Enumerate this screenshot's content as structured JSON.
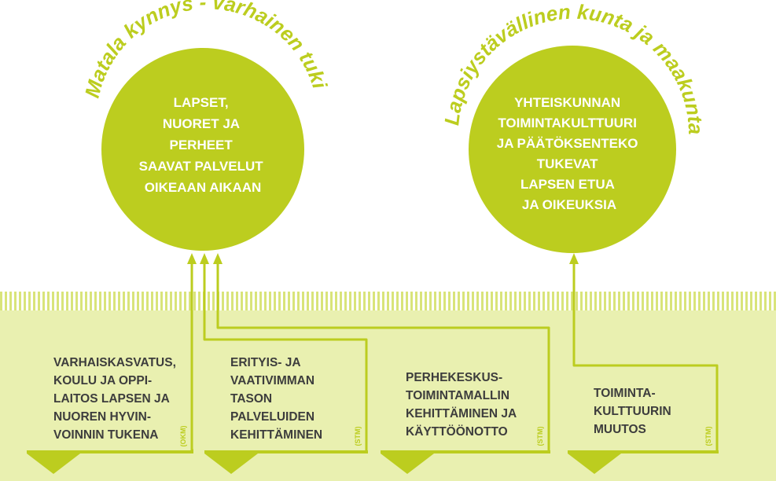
{
  "colors": {
    "accent": "#bccd1f",
    "band": "#e9f0b0",
    "stripe": "#d9e47a",
    "text_dark": "#3d3d3d",
    "text_light": "#ffffff"
  },
  "goals": [
    {
      "arc_label": "Matala kynnys -  varhainen tuki",
      "lines": [
        "LAPSET,",
        "NUORET JA",
        "PERHEET",
        "SAAVAT  PALVELUT",
        "OIKEAAN AIKAAN"
      ]
    },
    {
      "arc_label": "Lapsiystävällinen kunta ja maakunta",
      "lines": [
        "YHTEISKUNNAN",
        "TOIMINTAKULTTUURI",
        "JA PÄÄTÖKSENTEKO",
        "TUKEVAT",
        "LAPSEN ETUA",
        "JA OIKEUKSIA"
      ]
    }
  ],
  "projects": [
    {
      "lines": [
        "VARHAISKASVATUS,",
        "KOULU JA OPPI-",
        "LAITOS LAPSEN JA",
        "NUOREN HYVIN-",
        "VOINNIN TUKENA"
      ],
      "ministry": "(OKM)"
    },
    {
      "lines": [
        "ERITYIS- JA",
        "VAATIVIMMAN",
        "TASON",
        "PALVELUIDEN",
        "KEHITTÄMINEN"
      ],
      "ministry": "(STM)"
    },
    {
      "lines": [
        "PERHEKESKUS-",
        "TOIMINTAMALLIN",
        "KEHITTÄMINEN JA",
        "KÄYTTÖÖNOTTO"
      ],
      "ministry": "(STM)"
    },
    {
      "lines": [
        "TOIMINTA-",
        "KULTTUURIN",
        "MUUTOS"
      ],
      "ministry": "(STM)"
    }
  ]
}
